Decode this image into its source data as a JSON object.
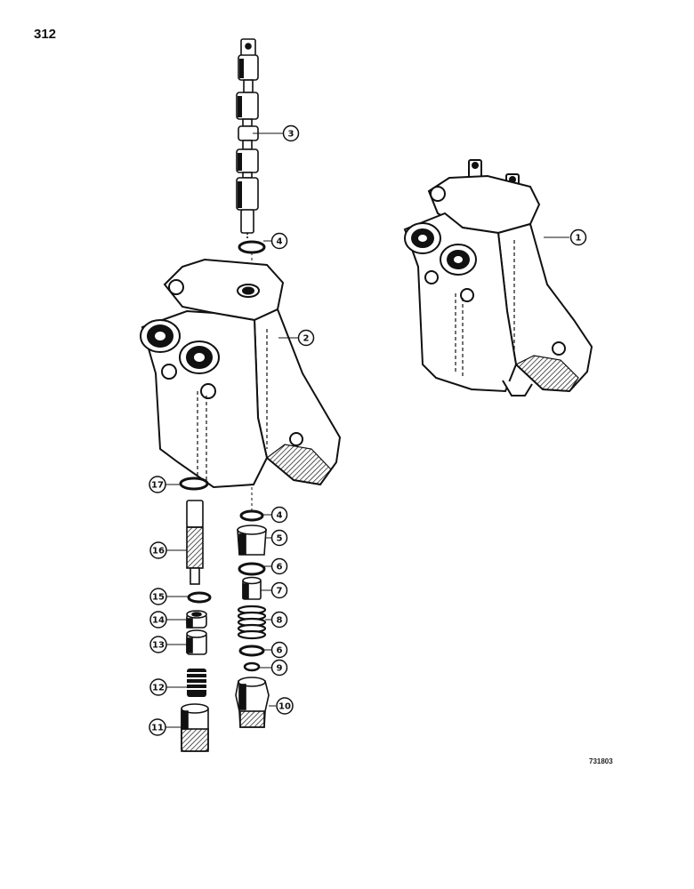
{
  "page": {
    "number": "312",
    "figure_code": "731803"
  },
  "callouts": [
    {
      "id": "c1",
      "label": "1"
    },
    {
      "id": "c2",
      "label": "2"
    },
    {
      "id": "c3",
      "label": "3"
    },
    {
      "id": "c4a",
      "label": "4"
    },
    {
      "id": "c4b",
      "label": "4"
    },
    {
      "id": "c5",
      "label": "5"
    },
    {
      "id": "c6a",
      "label": "6"
    },
    {
      "id": "c7",
      "label": "7"
    },
    {
      "id": "c8",
      "label": "8"
    },
    {
      "id": "c6b",
      "label": "6"
    },
    {
      "id": "c9",
      "label": "9"
    },
    {
      "id": "c10",
      "label": "10"
    },
    {
      "id": "c11",
      "label": "11"
    },
    {
      "id": "c12",
      "label": "12"
    },
    {
      "id": "c13",
      "label": "13"
    },
    {
      "id": "c14",
      "label": "14"
    },
    {
      "id": "c15",
      "label": "15"
    },
    {
      "id": "c16",
      "label": "16"
    },
    {
      "id": "c17",
      "label": "17"
    }
  ]
}
